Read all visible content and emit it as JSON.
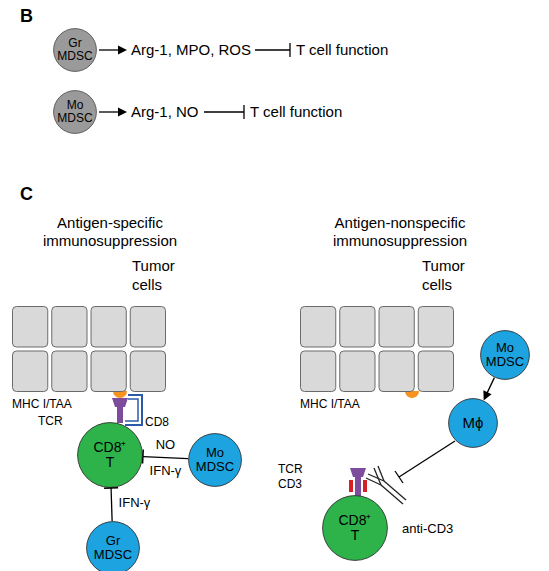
{
  "diagram": {
    "nodes": [
      {
        "text": [
          "Gr MDSC"
        ]
      },
      {
        "text": [
          "Mo MDSC"
        ]
      },
      {
        "text": [
          "Tumor cells"
        ]
      },
      {
        "text": [
          "CD8⁺ T"
        ]
      },
      {
        "text": [
          "Mo MDSC"
        ]
      },
      {
        "text": [
          "Gr MDSC"
        ]
      },
      {
        "text": [
          "Tumor cells"
        ]
      },
      {
        "text": [
          "Mo MDSC"
        ]
      },
      {
        "text": [
          "Mϕ"
        ]
      },
      {
        "text": [
          "CD8⁺ T"
        ]
      }
    ],
    "edges": [
      {
        "from": 4,
        "to": 3,
        "arrow": "to",
        "label": "NO IFN-γ"
      },
      {
        "from": 5,
        "to": 3,
        "arrow": "to",
        "label": "IFN-γ"
      },
      {
        "from": 7,
        "to": 8,
        "arrow": "to"
      }
    ],
    "labels": [
      "B",
      "Arg-1, MPO, ROS",
      "T cell function",
      "Arg-1, NO",
      "T cell function",
      "C",
      "Antigen-specific immunosuppression",
      "MHC I/TAA",
      "TCR",
      "CD8",
      "Antigen-nonspecific immunosuppression",
      "MHC I/TAA",
      "TCR",
      "CD3",
      "anti-CD3"
    ]
  }
}
